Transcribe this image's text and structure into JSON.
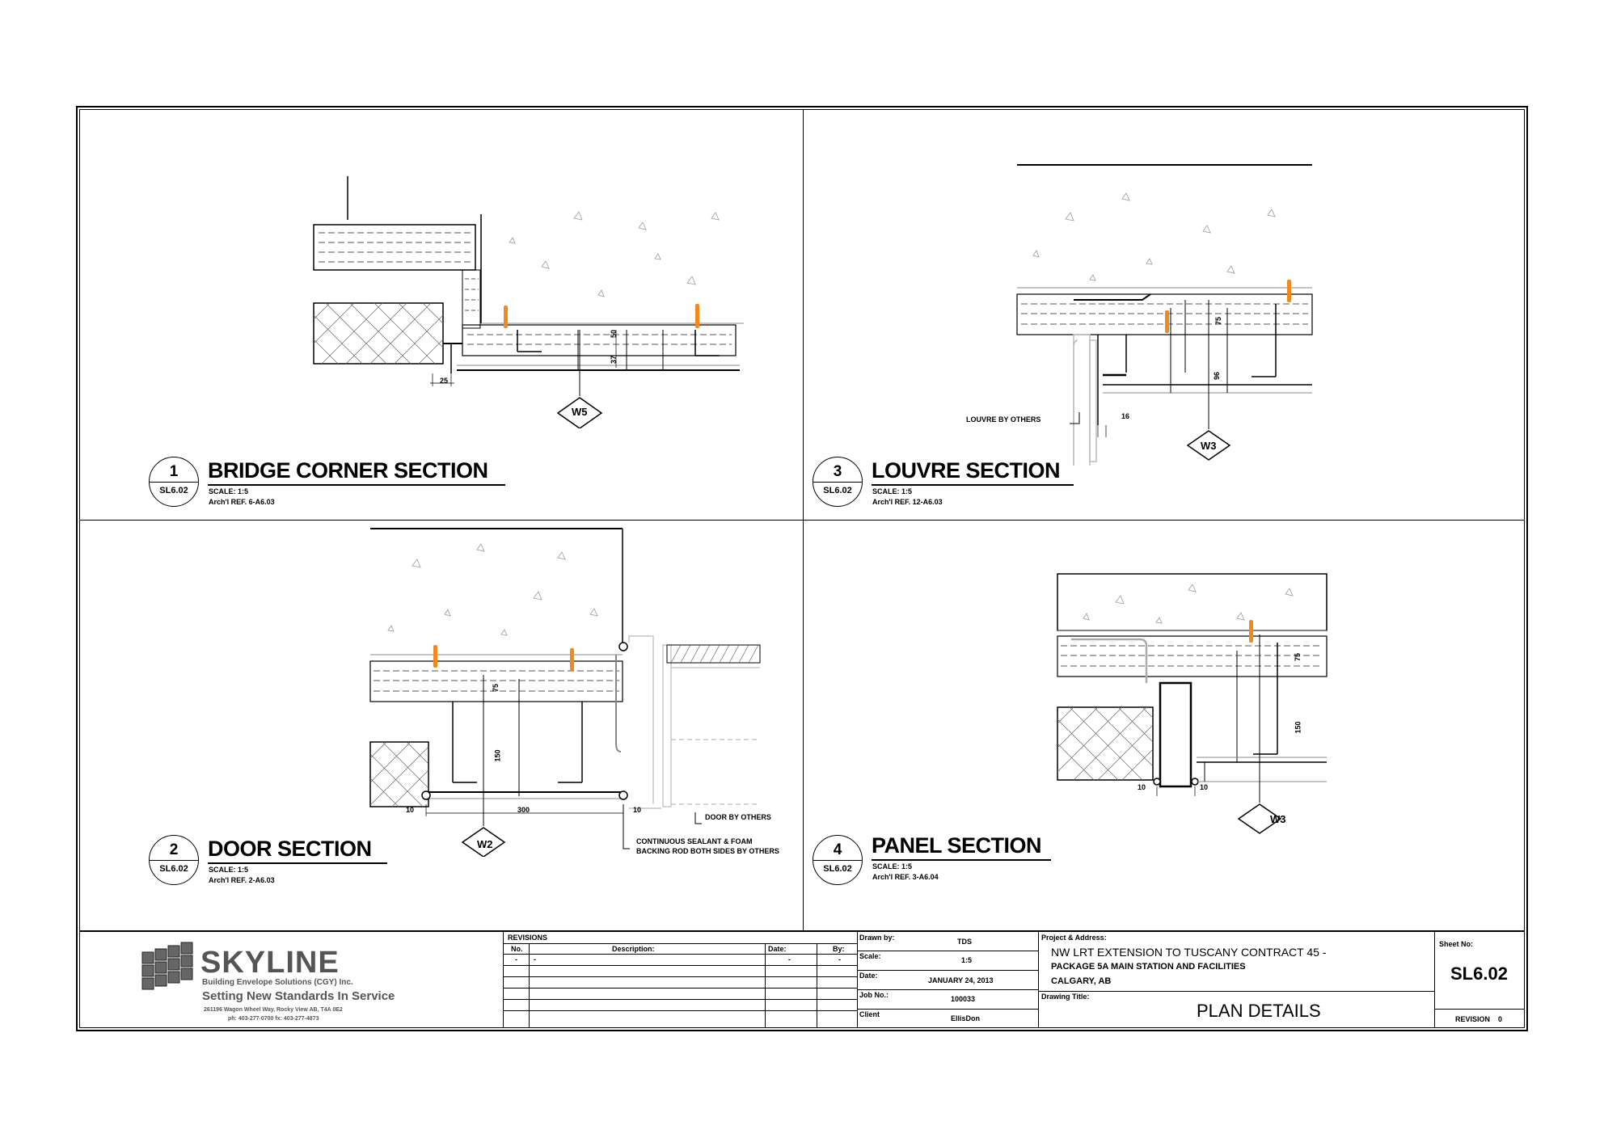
{
  "details": [
    {
      "number": "1",
      "sheet_ref": "SL6.02",
      "title": "BRIDGE CORNER SECTION",
      "scale": "SCALE:  1:5",
      "arch_ref": "Arch'l REF.  6-A6.03",
      "tag": "W5"
    },
    {
      "number": "3",
      "sheet_ref": "SL6.02",
      "title": "LOUVRE SECTION",
      "scale": "SCALE:  1:5",
      "arch_ref": "Arch'l REF.  12-A6.03",
      "tag": "W3"
    },
    {
      "number": "2",
      "sheet_ref": "SL6.02",
      "title": "DOOR SECTION",
      "scale": "SCALE:  1:5",
      "arch_ref": "Arch'l REF.  2-A6.03",
      "tag": "W2"
    },
    {
      "number": "4",
      "sheet_ref": "SL6.02",
      "title": "PANEL SECTION",
      "scale": "SCALE:  1:5",
      "arch_ref": "Arch'l REF.  3-A6.04",
      "tag": "W3"
    }
  ],
  "dimensions": {
    "d1_a": "25",
    "d1_b": "50",
    "d1_c": "37",
    "d3_a": "16",
    "d3_b": "75",
    "d3_c": "96",
    "d2_a": "10",
    "d2_b": "300",
    "d2_c": "10",
    "d2_d": "75",
    "d2_e": "150",
    "d4_a": "10",
    "d4_b": "10",
    "d4_c": "75",
    "d4_d": "150"
  },
  "notes": {
    "louvre": "LOUVRE BY OTHERS",
    "door": "DOOR BY OTHERS",
    "sealant_1": "CONTINUOUS SEALANT & FOAM",
    "sealant_2": "BACKING ROD BOTH SIDES BY OTHERS"
  },
  "company": {
    "name": "SKYLINE",
    "subtitle": "Building Envelope Solutions (CGY) Inc.",
    "slogan": "Setting New Standards In Service",
    "address": "261196 Wagon Wheel Way, Rocky View AB, T4A 0E2",
    "phone": "ph: 403-277-0700   fx: 403-277-4873"
  },
  "revisions": {
    "header": "REVISIONS",
    "col_no": "No.",
    "col_desc": "Description:",
    "col_date": "Date:",
    "col_by": "By:",
    "rows": [
      [
        "-",
        "-",
        "-",
        "-"
      ]
    ]
  },
  "info": {
    "drawn_by_label": "Drawn by:",
    "drawn_by": "TDS",
    "scale_label": "Scale:",
    "scale": "1:5",
    "date_label": "Date:",
    "date": "JANUARY 24, 2013",
    "job_label": "Job No.:",
    "job": "100033",
    "client_label": "Client",
    "client": "EllisDon"
  },
  "project": {
    "label": "Project & Address:",
    "line1": "NW LRT EXTENSION TO TUSCANY CONTRACT 45 -",
    "line2": "PACKAGE 5A MAIN STATION AND FACILITIES",
    "line3": "CALGARY, AB",
    "drawing_title_label": "Drawing Title:",
    "drawing_title": "PLAN DETAILS"
  },
  "sheet": {
    "label": "Sheet No:",
    "number": "SL6.02",
    "revision_label": "REVISION",
    "revision": "0"
  },
  "colors": {
    "line": "#000000",
    "grey": "#888888",
    "light": "#bbbbbb",
    "fastener": "#f08a1e"
  }
}
